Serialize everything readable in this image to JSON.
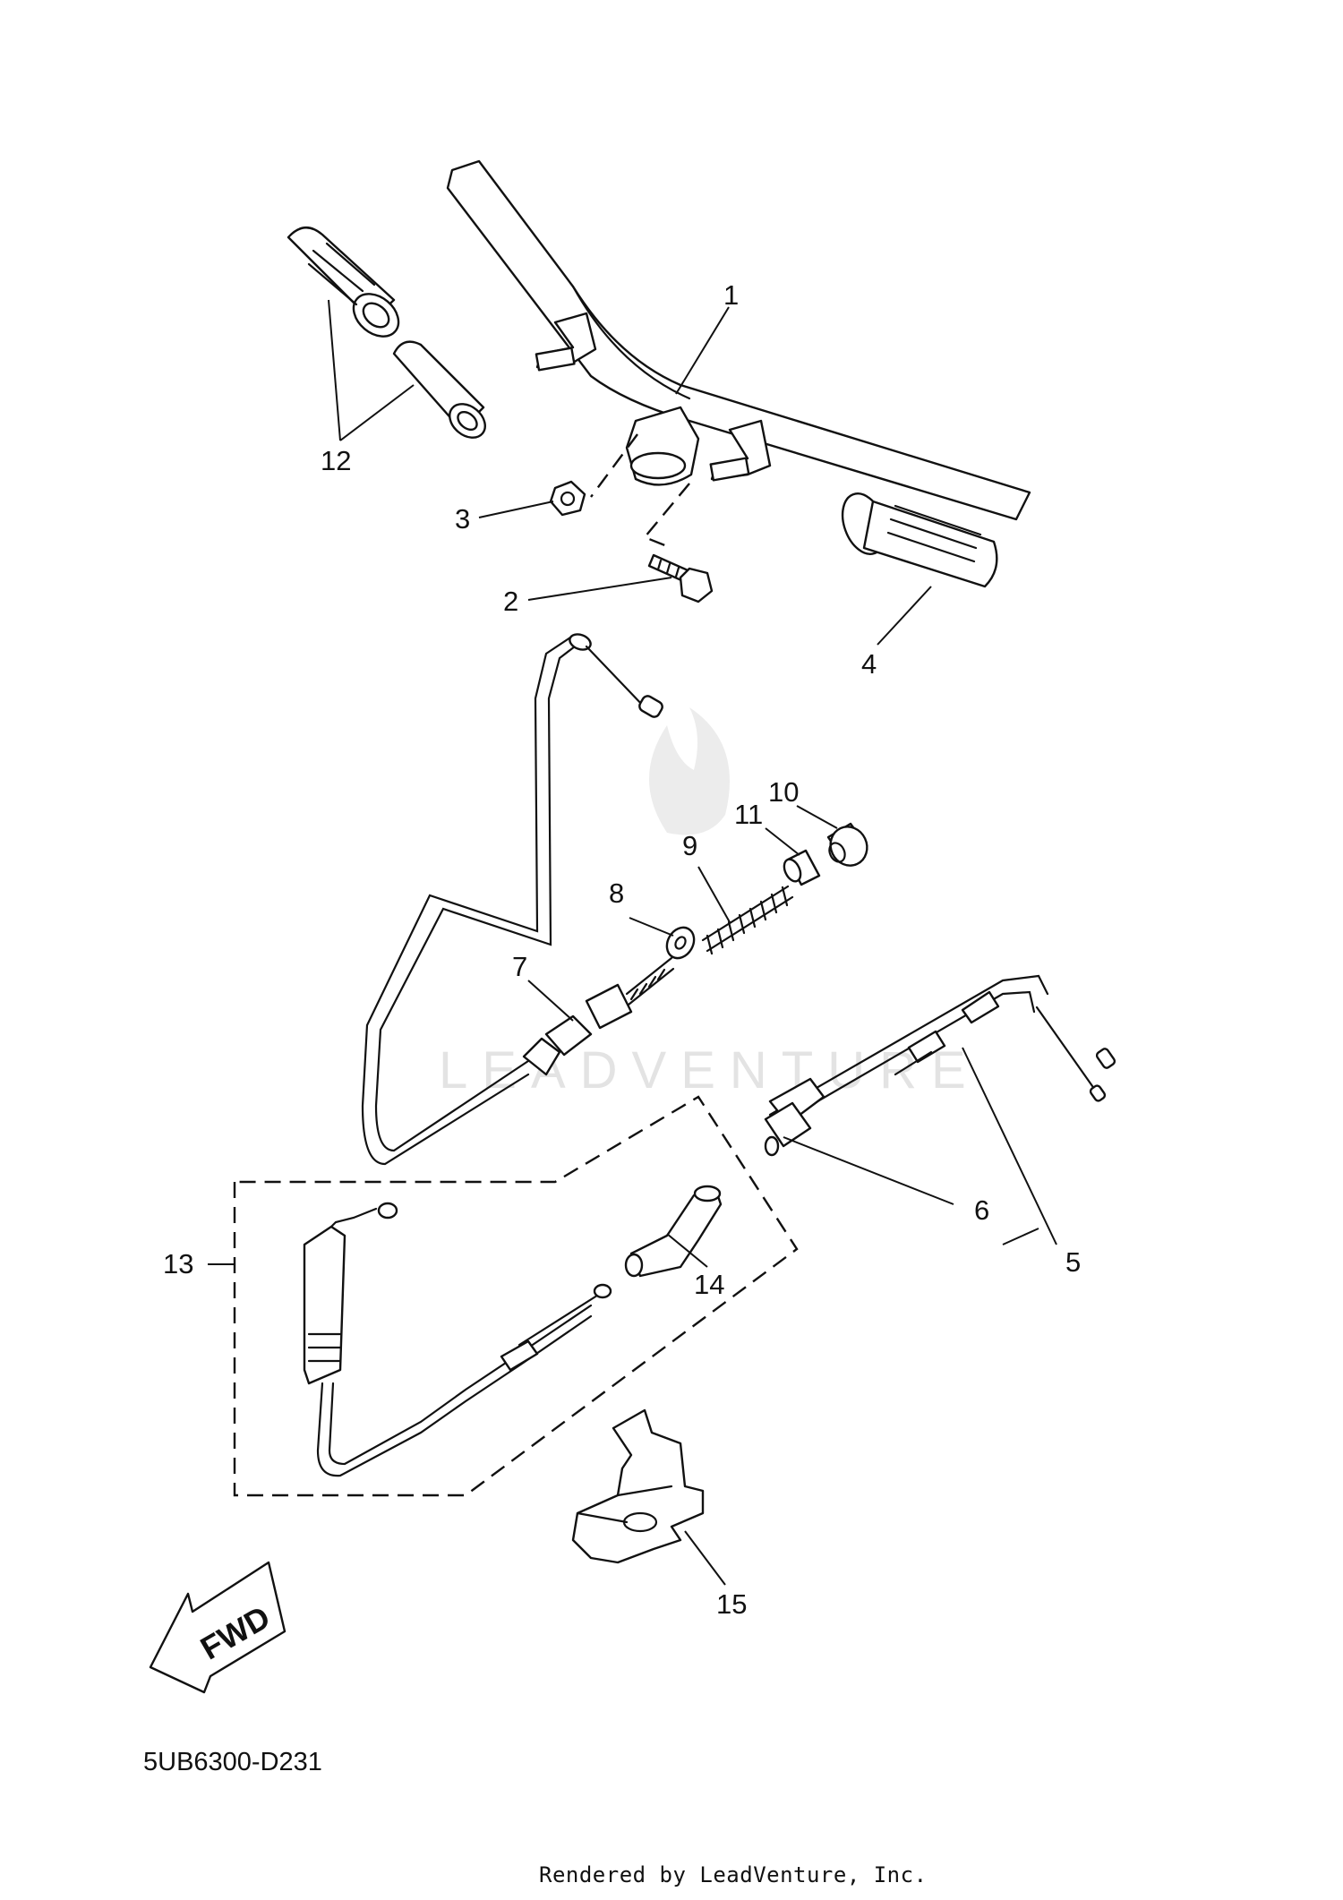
{
  "diagram": {
    "code": "5UB6300-D231",
    "rendered_by": "Rendered by LeadVenture, Inc.",
    "watermark": "LEADVENTURE",
    "direction_label": "FWD",
    "callouts": [
      "1",
      "2",
      "3",
      "4",
      "5",
      "6",
      "7",
      "8",
      "9",
      "10",
      "11",
      "12",
      "13",
      "14",
      "15"
    ]
  }
}
